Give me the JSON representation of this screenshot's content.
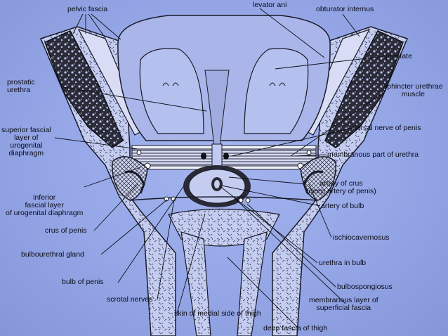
{
  "colors": {
    "background": "#94a6e6",
    "ink": "#0c0c18",
    "fascia": "#c4cdf0",
    "organ": "#aab6ea",
    "muscle": "#2a2a36"
  },
  "labels": {
    "pelvic_fascia": "pelvic fascia",
    "levator_ani": "levator ani",
    "obturator_internus": "obturator internus",
    "prostate": "prostate",
    "prostatic_urethra": "prostatic\nurethra",
    "sphincter_urethrae_muscle": "sphincter urethrae\nmuscle",
    "superior_fascial_layer": "superior fascial\nlayer of\nurogenital\ndiaphragm",
    "dorsal_nerve_of_penis": "dorsal nerve of penis",
    "membranous_part_of_urethra": "membranous part of urethra",
    "artery_of_crus": "artery of crus\n(deep artery of penis)",
    "inferior_fascial_layer": "inferior\nfascial layer\nof urogenital diaphragm",
    "artery_of_bulb": "artery of bulb",
    "crus_of_penis": "crus of penis",
    "ischiocavernosus": "ischiocavernosus",
    "bulbourethral_gland": "bulbourethral gland",
    "urethra_in_bulb": "urethra in bulb",
    "bulb_of_penis": "bulb of penis",
    "bulbospongiosus": "bulbospongiosus",
    "scrotal_nerves": "scrotal nerves",
    "membranous_layer_superficial_fascia": "membranous layer of\nsuperficial fascia",
    "skin_of_medial_side_of_thigh": "skin of medial side of thigh",
    "deep_fascia_of_thigh": "deep fascia of thigh"
  }
}
